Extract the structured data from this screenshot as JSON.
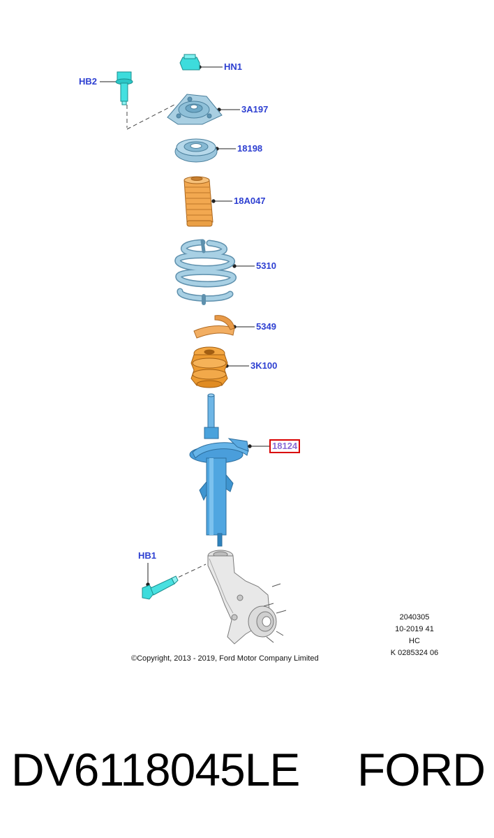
{
  "callouts": {
    "hn1": "HN1",
    "hb2": "HB2",
    "part_3a197": "3A197",
    "part_18198": "18198",
    "part_18a047": "18A047",
    "part_5310": "5310",
    "part_5349": "5349",
    "part_3k100": "3K100",
    "part_18124": "18124",
    "hb1": "HB1"
  },
  "highlighted_callout": "18124",
  "diagram_info": {
    "line1": "2040305",
    "line2": "10-2019 41",
    "line3": "HC",
    "line4": "K 0285324 06"
  },
  "copyright": "©Copyright, 2013 - 2019, Ford Motor Company Limited",
  "footer": {
    "part_number": "DV6118045LE",
    "brand": "FORD"
  },
  "colors": {
    "callout_text": "#2d3fd1",
    "highlight_border": "#d90000",
    "steel_blue": "#8fc2dc",
    "shock_blue": "#4fa3de",
    "rubber_orange": "#f0a44a",
    "fastener_cyan": "#33d6d6",
    "knuckle_grey": "#e6e6e6"
  }
}
